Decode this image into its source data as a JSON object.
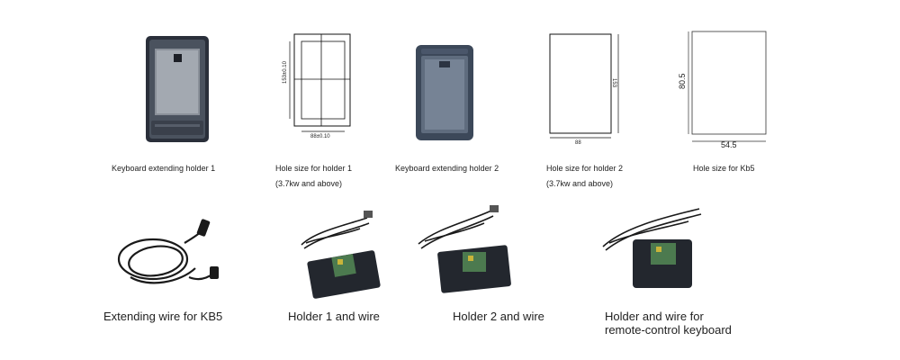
{
  "row1": {
    "holder1": {
      "caption": "Keyboard extending holder 1"
    },
    "hole1": {
      "caption_line1": "Hole size for holder 1",
      "caption_line2": "(3.7kw and above)",
      "dim_height": "153±0.10",
      "dim_width": "88±0.10"
    },
    "holder2": {
      "caption": "Keyboard extending holder 2"
    },
    "hole2": {
      "caption_line1": "Hole size for holder 2",
      "caption_line2": "(3.7kw and above)",
      "dim_height": "153",
      "dim_width": "88"
    },
    "kb5": {
      "caption": "Hole size for Kb5",
      "dim_height": "80.5",
      "dim_width": "54.5"
    }
  },
  "row2": {
    "wire_kb5": {
      "caption": "Extending wire for KB5"
    },
    "holder1_wire": {
      "caption": "Holder 1 and wire"
    },
    "holder2_wire": {
      "caption": "Holder 2 and wire"
    },
    "remote": {
      "caption_line1": "Holder and wire for",
      "caption_line2": "remote-control keyboard"
    }
  }
}
